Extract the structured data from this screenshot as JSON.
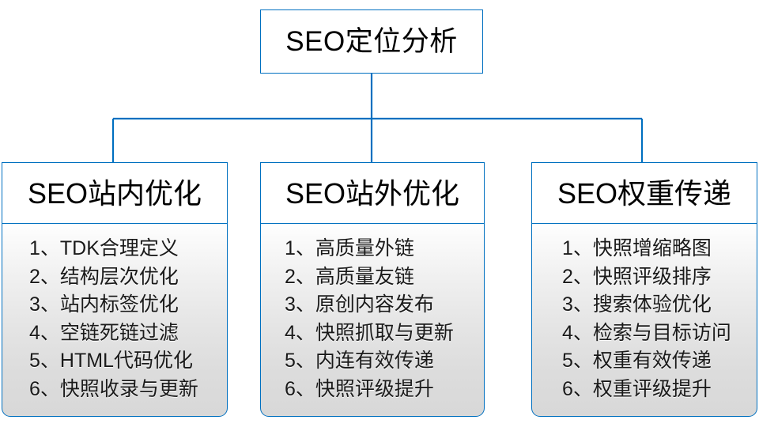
{
  "diagram": {
    "title": "SEO定位分析",
    "accent_color": "#0070c0",
    "text_color": "#000000",
    "branches": [
      {
        "header": "SEO站内优化",
        "items": [
          "1、TDK合理定义",
          "2、结构层次优化",
          "3、站内标签优化",
          "4、空链死链过滤",
          "5、HTML代码优化",
          "6、快照收录与更新"
        ]
      },
      {
        "header": "SEO站外优化",
        "items": [
          "1、高质量外链",
          "2、高质量友链",
          "3、原创内容发布",
          "4、快照抓取与更新",
          "5、内连有效传递",
          "6、快照评级提升"
        ]
      },
      {
        "header": "SEO权重传递",
        "items": [
          "1、快照增缩略图",
          "2、快照评级排序",
          "3、搜索体验优化",
          "4、检索与目标访问",
          "5、权重有效传递",
          "6、权重评级提升"
        ]
      }
    ]
  }
}
